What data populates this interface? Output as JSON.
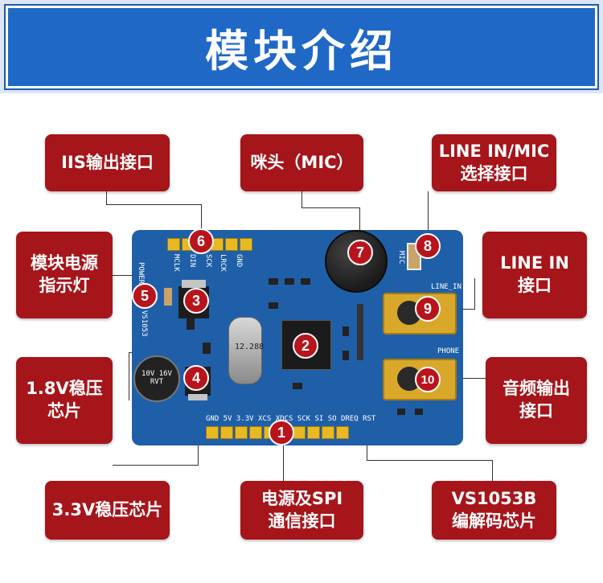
{
  "banner": {
    "title": "模块介绍"
  },
  "callouts": {
    "iis": "IIS输出接口",
    "mic": "咪头（MIC）",
    "line_mic_1": "LINE IN/MIC",
    "line_mic_2": "选择接口",
    "power_led_1": "模块电源",
    "power_led_2": "指示灯",
    "line_in_1": "LINE IN",
    "line_in_2": "接口",
    "reg18_1": "1.8V稳压",
    "reg18_2": "芯片",
    "audio_out_1": "音频输出",
    "audio_out_2": "接口",
    "reg33": "3.3V稳压芯片",
    "spi_1": "电源及SPI",
    "spi_2": "通信接口",
    "vs_1": "VS1053B",
    "vs_2": "编解码芯片"
  },
  "badges": [
    "1",
    "2",
    "3",
    "4",
    "5",
    "6",
    "7",
    "8",
    "9",
    "10"
  ],
  "silkscreen": {
    "top_pins": [
      "MCLK",
      "DIN",
      "SCK",
      "LRCK",
      "GND"
    ],
    "bottom_pins": "GND 5V 3.3V XCS XDCS SCK SI SO DREQ RST",
    "line_in": "LINE_IN",
    "phone": "PHONE",
    "mic_label": "MIC",
    "crystal": "12.288",
    "cap_text": "10V 16V RVT",
    "power": "POWER",
    "chip_label": "VS1053"
  },
  "colors": {
    "banner_blue": "#1f68c6",
    "card_red": "#a6151a",
    "board_blue": "#1f5fa8",
    "pin_gold": "#e8b923"
  }
}
